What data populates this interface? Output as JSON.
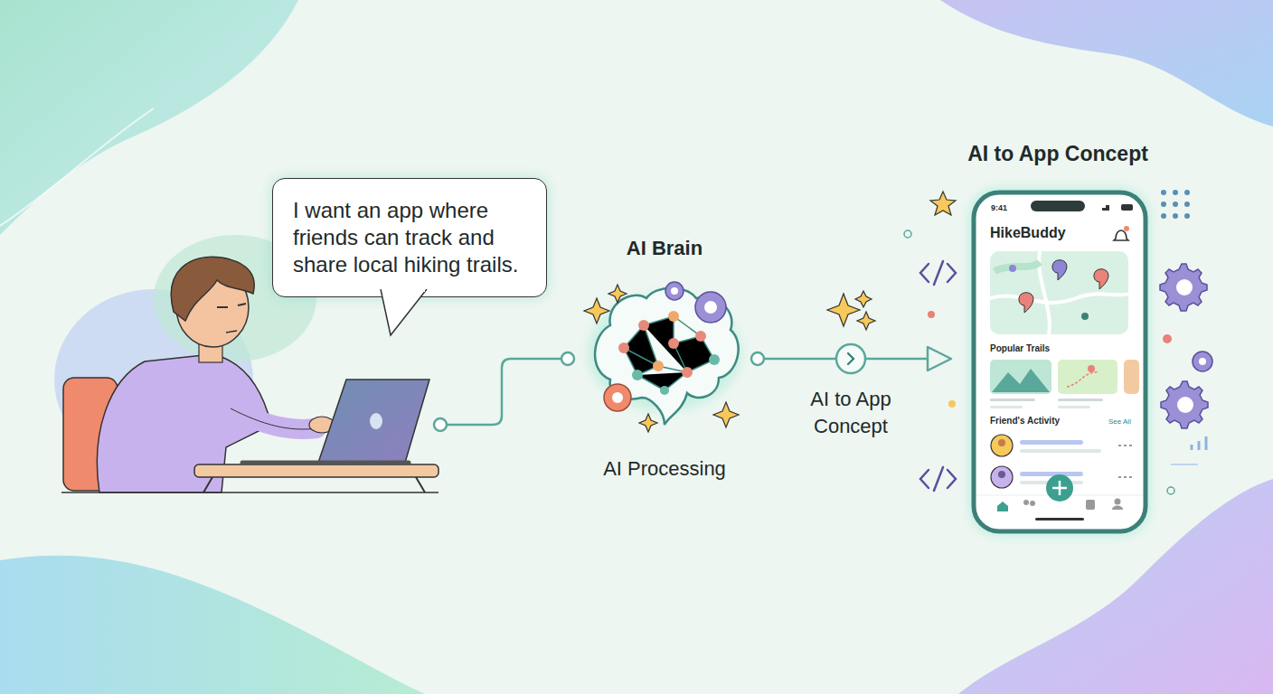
{
  "diagram": {
    "nodes": [
      {
        "text": [
          "I want an app where friends can track and share local hiking trails."
        ]
      },
      {
        "text": [
          "AI Brain",
          "AI Processing"
        ]
      },
      {
        "text": [
          "AI to App Concept"
        ]
      }
    ],
    "edges": [
      {
        "from": 1,
        "to": 2,
        "arrow": "to",
        "label": "AI to App Concept"
      }
    ],
    "labels": [
      "9:41",
      "HikeBuddy",
      "Popular Trails",
      "Friend's Activity",
      "See All"
    ]
  }
}
